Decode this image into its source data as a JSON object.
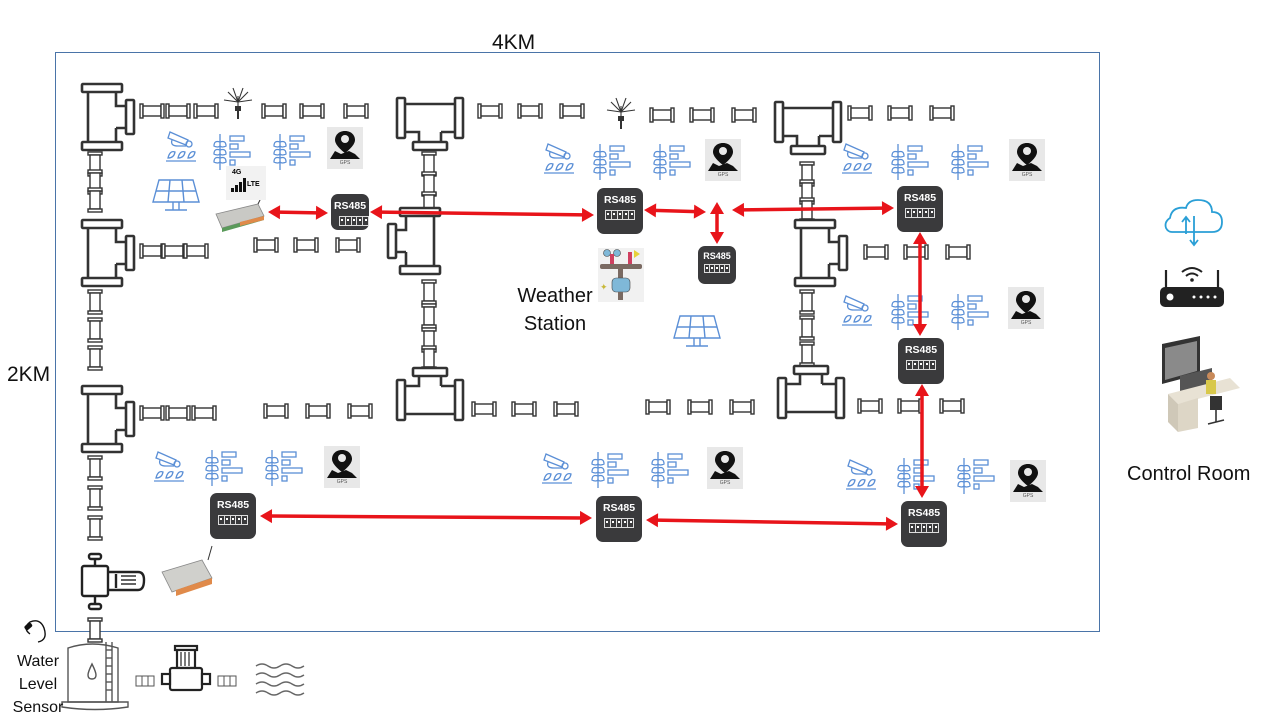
{
  "diagram": {
    "dimension_labels": {
      "width": "4KM",
      "height": "2KM"
    },
    "weather_station_label": "Weather Station",
    "weather_station_lines": [
      "Weather",
      "Station"
    ],
    "control_room_label": "Control Room",
    "water_level_sensor_lines": [
      "Water",
      "Level",
      "Sensor"
    ],
    "rs485_label": "RS485",
    "gps_caption": "GPS",
    "lte_label": "LTE",
    "lte_gen": "4G"
  },
  "colors": {
    "border": "#4a74a8",
    "link": "#e8141a",
    "sensor_icon": "#5b8fd6",
    "pipe": "#333333",
    "rs485_box": "#3a3a3c",
    "cloud": "#2a9fd6"
  },
  "nodes": [
    {
      "id": "gw-top-left",
      "type": "rs485",
      "zone": "top-left"
    },
    {
      "id": "gw-top-center",
      "type": "rs485",
      "zone": "top-center"
    },
    {
      "id": "gw-weather",
      "type": "rs485",
      "zone": "weather-station"
    },
    {
      "id": "gw-top-right",
      "type": "rs485",
      "zone": "top-right"
    },
    {
      "id": "gw-mid-right",
      "type": "rs485",
      "zone": "mid-right"
    },
    {
      "id": "gw-bottom-left",
      "type": "rs485",
      "zone": "bottom-left"
    },
    {
      "id": "gw-bottom-center",
      "type": "rs485",
      "zone": "bottom-center"
    },
    {
      "id": "gw-bottom-right",
      "type": "rs485",
      "zone": "bottom-right"
    }
  ],
  "links": [
    {
      "from": "lte-controller",
      "to": "gw-top-left"
    },
    {
      "from": "gw-top-left",
      "to": "gw-top-center"
    },
    {
      "from": "gw-top-center",
      "to": "junction"
    },
    {
      "from": "junction",
      "to": "gw-weather"
    },
    {
      "from": "junction",
      "to": "gw-top-right"
    },
    {
      "from": "gw-top-right",
      "to": "gw-mid-right"
    },
    {
      "from": "gw-mid-right",
      "to": "gw-bottom-right"
    },
    {
      "from": "gw-bottom-left",
      "to": "gw-bottom-center"
    },
    {
      "from": "gw-bottom-center",
      "to": "gw-bottom-right"
    }
  ],
  "control_room_stack": [
    "cloud-sync-icon",
    "wifi-router-icon",
    "operator-desk-icon"
  ]
}
